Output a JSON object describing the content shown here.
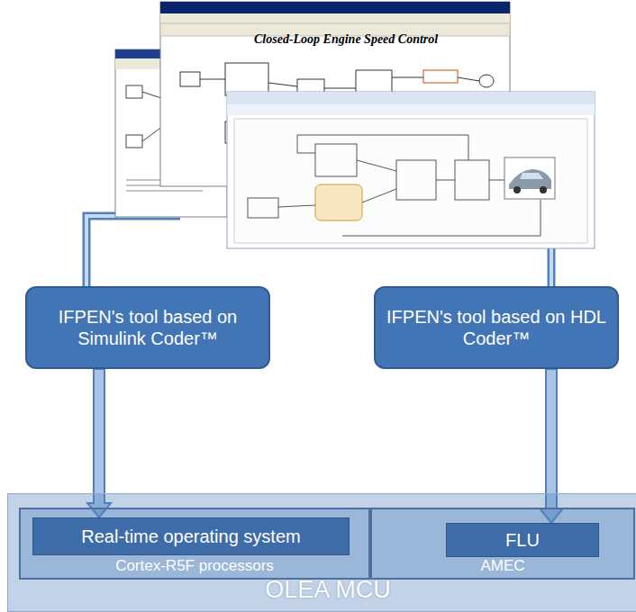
{
  "diagram": {
    "nodes": [
      {
        "text": [
          "OLEA MCU"
        ]
      },
      {
        "text": [
          "Cortex-R5F processors"
        ],
        "in": 0
      },
      {
        "text": [
          "Real-time operating system"
        ],
        "in": 1
      },
      {
        "text": [
          "AMEC"
        ],
        "in": 0
      },
      {
        "text": [
          "FLU"
        ],
        "in": 3
      },
      {
        "text": [
          "IFPEN's tool based on Simulink Coder™"
        ]
      },
      {
        "text": [
          "IFPEN's tool based on HDL Coder™"
        ]
      }
    ],
    "edges": [
      {
        "from": 5,
        "to": 2,
        "arrow": "to"
      },
      {
        "from": 6,
        "to": 4,
        "arrow": "to"
      }
    ],
    "labels": [
      "Closed-Loop Engine Speed Control"
    ]
  }
}
